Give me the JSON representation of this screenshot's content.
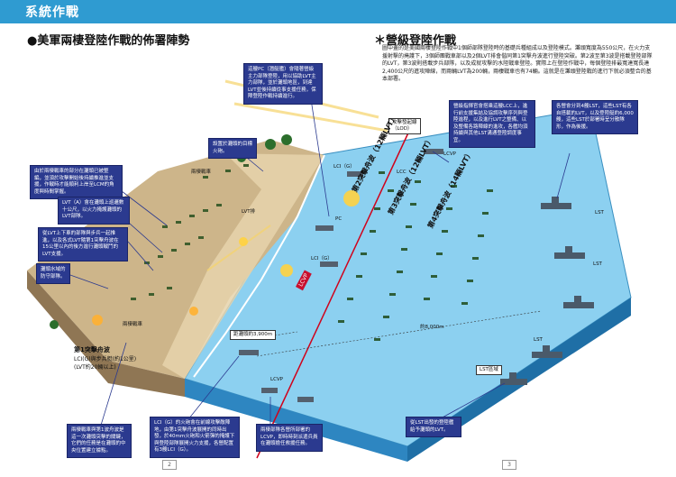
{
  "header": {
    "title": "系統作戰"
  },
  "main": {
    "title": "●美軍兩棲登陸作戰的佈署陣勢",
    "subtitle": "＊營級登陸作戰",
    "body_text": "圖中畫的是美國兩棲登陸作戰中1個師部隊登陸時的基礎兵種組成以及登陸模式。灘頭寬度為550公尺，在火力支援射擊的掩護下，3個師團戰車部以及2個LVT排會偕同第1突擊舟波進行登陸突破。第2波至第3波是搭載登陸部隊的LVT，第3波則搭載步兵部隊，以及成就攻擊的水陸戰車登陸。實際上在登陸作戰中，每個登陸排最寬達寬長達2,400公尺的進攻陣線，而兩輛LVT為200輛，兩棲戰車也有74輛。這就是在灘頭登陸戰的進行下就必須整合的基本部署。"
  },
  "callouts": {
    "pc": "這艘PC（潛艇艦）會隨著營級主力部隊登陸，用以協助LVT主力部隊，並於灘頭地區，到達LVT並後持續從事支援任務，保障登陸作戰持續進行。",
    "smoke": "設置於灘頭的目標火砲。",
    "amphib_tanks": "由於兩棲戰車的部分在灘頭已被整編，並須於攻擊開始後持續推進並支援，作戰時才能順利上岸至LCM的角度與時間掌握。",
    "lvt_a": "LVT（A）會在灘頭上巡邏數十公尺，以火力掩護灘頭的LVT部隊。",
    "lvt_follow": "從LVT上下車的部隊與步兵一起推進，以及各式LVT隨第1突擊舟波在15公里以內的後方進行灘頭戰鬥的LVT支援。",
    "beach_water": "灘頭水域的防守部隊。",
    "command_ship": "營級指揮官會搭乘這艘LCC上，進行前支援集結及協調攻擊序列與登陸進程，以及進行LVT之整備、以及整備各路陣線的進攻，各艦均須持續與其他LST溝通登陸調度事宜。",
    "lst_group": "各營會分到4艘LST，這些LST有各自搭載的LVT，以及登陸艇約6,000艘，這些LST於部署時呈分散隊形，作為後援。",
    "bottom_left": "兩棲戰車與第1波舟波是這一次灘頭突擊的關鍵，它們的任務是在灘頭的中央位置建立據點。",
    "lci": "LCI（G）的火砲會在前線攻擊敵陣地，由第1突擊舟波展開的同時出發，於40mm火砲和火箭彈的掩護下與登陸部隊展開火力支援，各營配置有3艘LCI（G）。",
    "lcvp": "兩棲部隊各營所部署的LCVP，即時時刻派遣兵員在灘頭擔任救援任務。",
    "lst_support": "從LST出發的登陸艦給予灘頭的LVT。"
  },
  "map_labels": {
    "lod_title": "攻擊發起線",
    "lod_abbr": "（LOD）",
    "beach_left": "兩棲戰車",
    "beach_right": "兩棲戰車",
    "wave1": "第1突擊舟波",
    "wave1_note": "LCI(G)與步兵艇(約1公里)",
    "wave1_note2": "(LVT約20輛以上)",
    "wave2": "第2突擊舟波（12輛LVT）",
    "wave3": "第3突擊舟波（12輛LVT）",
    "wave4": "第4突擊舟波（14輛LVT）",
    "beach_dist": "距灘頭約3,900m",
    "lod_dist": "約8,000m",
    "lst_area": "LST區域",
    "lcc": "LCC",
    "lcvp": "LCVP",
    "lci": "LCI（G）",
    "lst": "LST",
    "pc": "PC",
    "lvt": "LVT排"
  },
  "page": {
    "left": "2",
    "right": "3"
  },
  "colors": {
    "header": "#2f9bd1",
    "callout": "#2b3a8f",
    "sea": "#7fc7ec",
    "sand": "#d9c09a",
    "land": "#b8a27a",
    "lod_line": "#d0021b"
  }
}
